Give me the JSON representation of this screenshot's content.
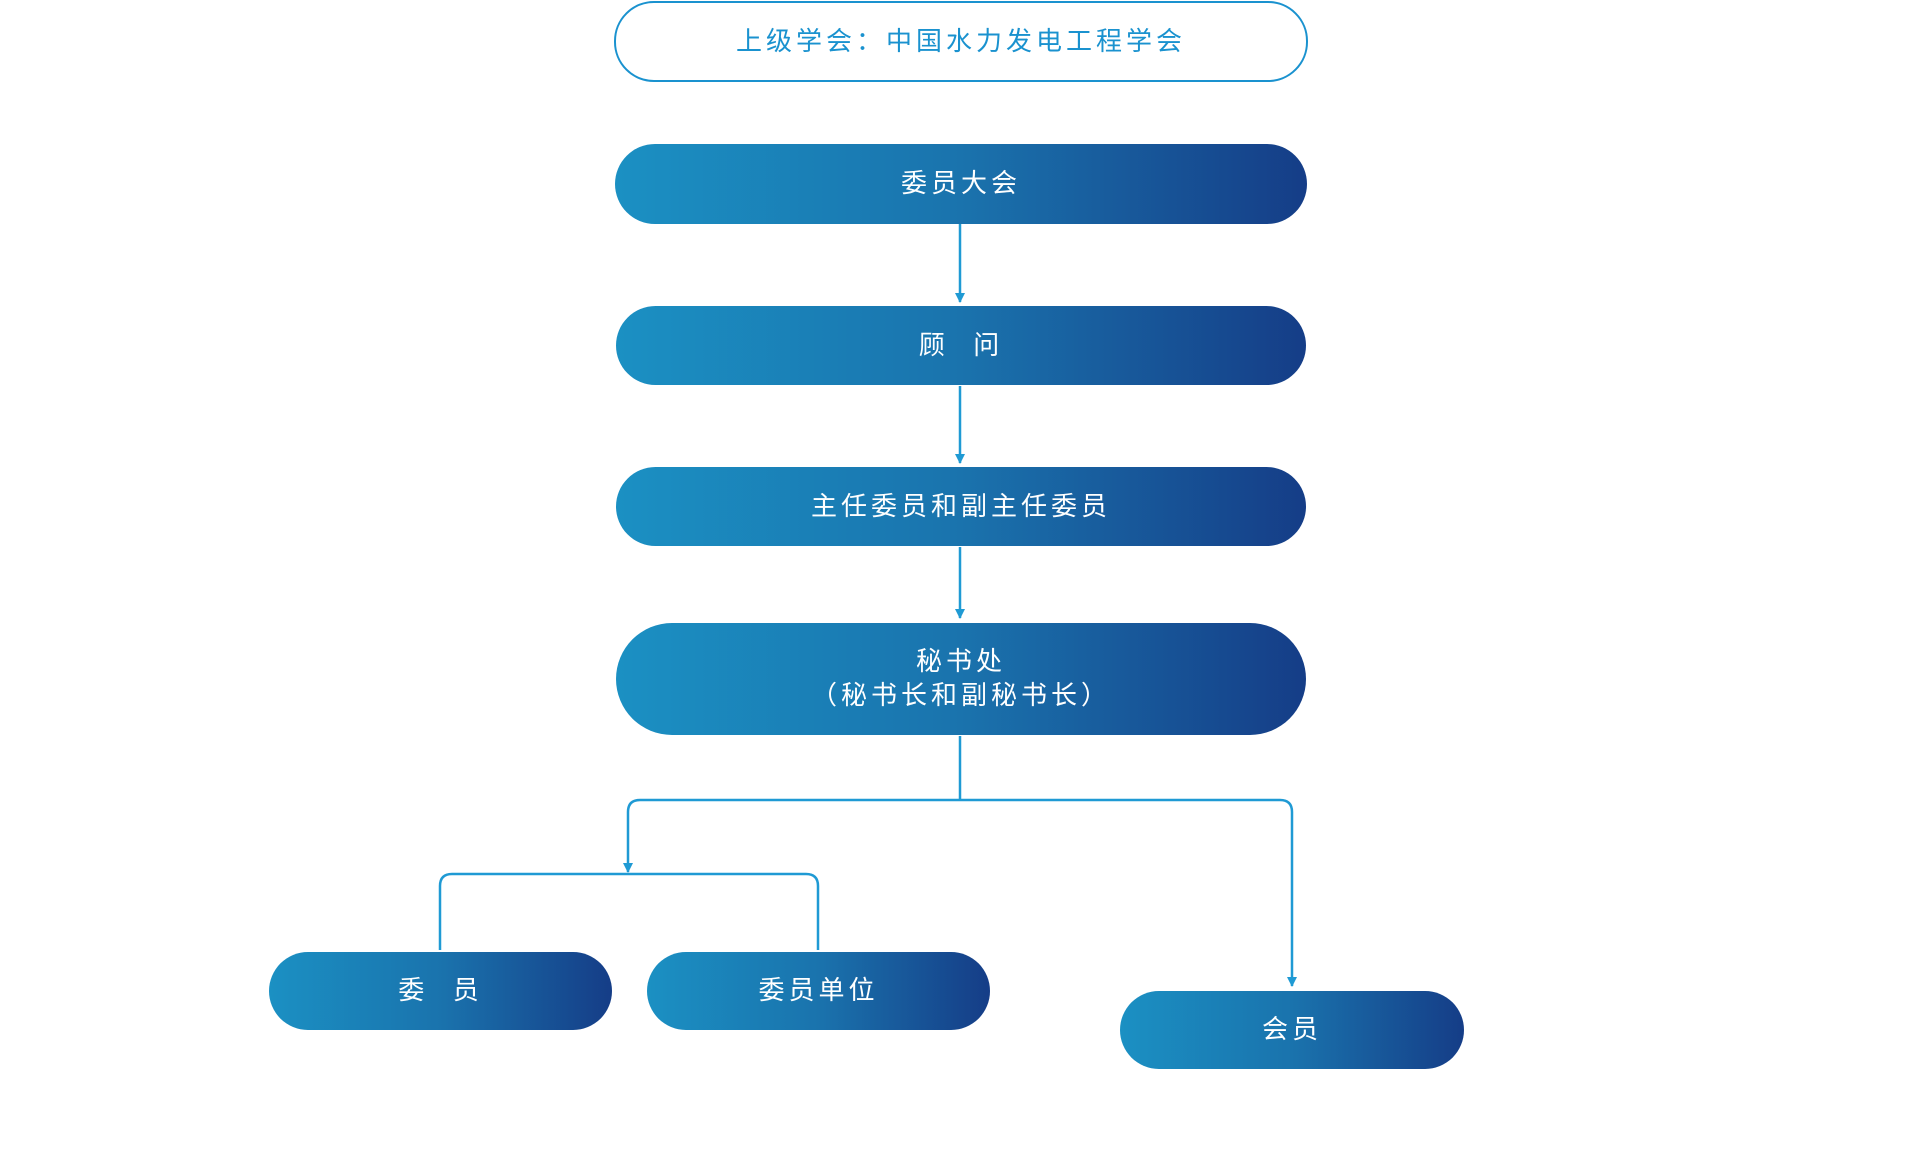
{
  "colors": {
    "connector": "#1f9ad4",
    "outline": "#1a92cf",
    "gradient_start": "#1b90c3",
    "gradient_mid": "#1a73ad",
    "gradient_end": "#153d87"
  },
  "nodes": {
    "parent_society": "上级学会：中国水力发电工程学会",
    "general_assembly": "委员大会",
    "advisors": "顾  问",
    "directors": "主任委员和副主任委员",
    "secretariat_line1": "秘书处",
    "secretariat_line2": "（秘书长和副秘书长）",
    "committee_members": "委  员",
    "member_units": "委员单位",
    "members": "会员"
  }
}
